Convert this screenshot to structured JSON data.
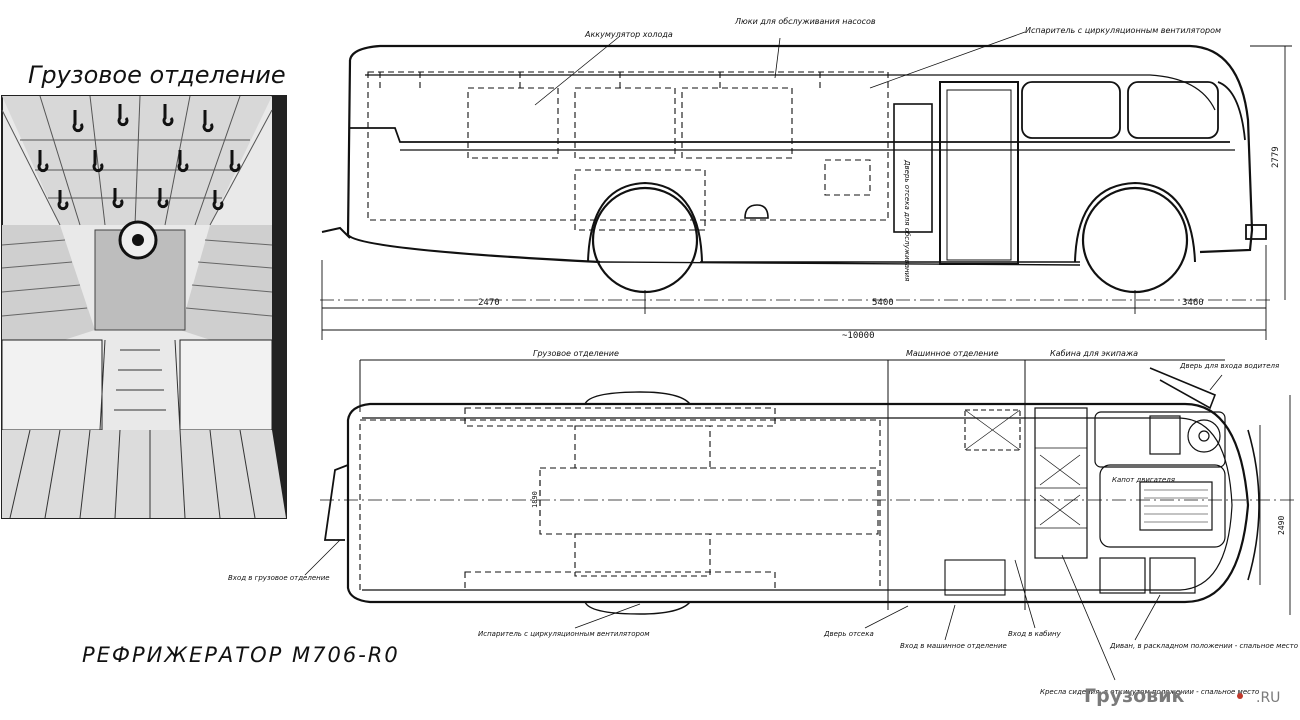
{
  "photo": {
    "caption": "Грузовое отделение"
  },
  "title": "РЕФРИЖЕРАТОР  М706-R0",
  "side_view": {
    "labels": {
      "accumulator": "Аккумулятор холода",
      "hatch": "Люки для обслуживания насосов",
      "evaporator_top": "Испаритель с циркуляционным вентилятором",
      "cabin_door": "Дверь отсека для обслуживания"
    },
    "dimensions": {
      "front_overhang": "2470",
      "wheelbase": "5400",
      "rear_overhang": "3460",
      "total_length": "~10000",
      "height": "2779"
    }
  },
  "plan_view": {
    "sections": {
      "cargo": "Грузовое отделение",
      "machine": "Машинное отделение",
      "driver_cabin": "Кабина для экипажа"
    },
    "labels": {
      "rear_entry": "Вход в грузовое отделение",
      "driver_door": "Дверь для входа водителя",
      "engine_cover": "Капот двигателя",
      "evaporator_bottom": "Испаритель с циркуляционным вентилятором",
      "hatch_door": "Дверь отсека",
      "machine_entry": "Вход в машинное отделение",
      "cabin_entry": "Вход в кабину",
      "couch": "Диван, в раскладном положении - спальное место",
      "seats": "Кресла сидения, в откинутом положении - спальное место"
    },
    "dimensions": {
      "inner_width": "1890",
      "outer_width": "2490"
    }
  },
  "watermark": {
    "site": "Грузовик",
    "tld": ".RU"
  }
}
